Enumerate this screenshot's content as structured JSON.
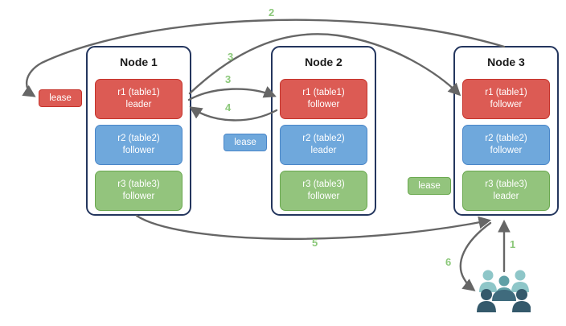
{
  "nodes": [
    {
      "title": "Node 1",
      "replicas": [
        {
          "line1": "r1 (table1)",
          "line2": "leader",
          "color": "red"
        },
        {
          "line1": "r2 (table2)",
          "line2": "follower",
          "color": "blue"
        },
        {
          "line1": "r3 (table3)",
          "line2": "follower",
          "color": "green"
        }
      ]
    },
    {
      "title": "Node 2",
      "replicas": [
        {
          "line1": "r1 (table1)",
          "line2": "follower",
          "color": "red"
        },
        {
          "line1": "r2 (table2)",
          "line2": "leader",
          "color": "blue"
        },
        {
          "line1": "r3 (table3)",
          "line2": "follower",
          "color": "green"
        }
      ]
    },
    {
      "title": "Node 3",
      "replicas": [
        {
          "line1": "r1 (table1)",
          "line2": "follower",
          "color": "red"
        },
        {
          "line1": "r2 (table2)",
          "line2": "follower",
          "color": "blue"
        },
        {
          "line1": "r3 (table3)",
          "line2": "leader",
          "color": "green"
        }
      ]
    }
  ],
  "leases": [
    {
      "label": "lease",
      "color": "red"
    },
    {
      "label": "lease",
      "color": "blue"
    },
    {
      "label": "lease",
      "color": "green"
    }
  ],
  "step_labels": [
    {
      "text": "2"
    },
    {
      "text": "3"
    },
    {
      "text": "3"
    },
    {
      "text": "4"
    },
    {
      "text": "5"
    },
    {
      "text": "1"
    },
    {
      "text": "6"
    }
  ],
  "arrows": [
    {
      "step": "1",
      "from": "users",
      "to": "node3-r3-leader"
    },
    {
      "step": "2",
      "from": "node3",
      "to": "lease-r1"
    },
    {
      "step": "3",
      "from": "node1-r1-leader",
      "to": "node2-r1-follower"
    },
    {
      "step": "3",
      "from": "node1-r1-leader",
      "to": "node3-r1-follower"
    },
    {
      "step": "4",
      "from": "node2-r1",
      "to": "node1-r1-leader"
    },
    {
      "step": "5",
      "from": "node1",
      "to": "node3"
    },
    {
      "step": "6",
      "from": "node3",
      "to": "users"
    }
  ],
  "icons": {
    "users": "users-icon"
  },
  "colors": {
    "red_fill": "#dc5b54",
    "red_border": "#c5332b",
    "blue_fill": "#6fa8dc",
    "blue_border": "#4a86c8",
    "green_fill": "#93c47d",
    "green_border": "#6aa84f",
    "node_border": "#24365e",
    "arrow": "#666666",
    "step_label": "#8bc879",
    "users_light": "#8ec6c8",
    "users_medium": "#5fa0a6",
    "users_dark": "#34596b",
    "users_dark2": "#3f6b7d"
  }
}
